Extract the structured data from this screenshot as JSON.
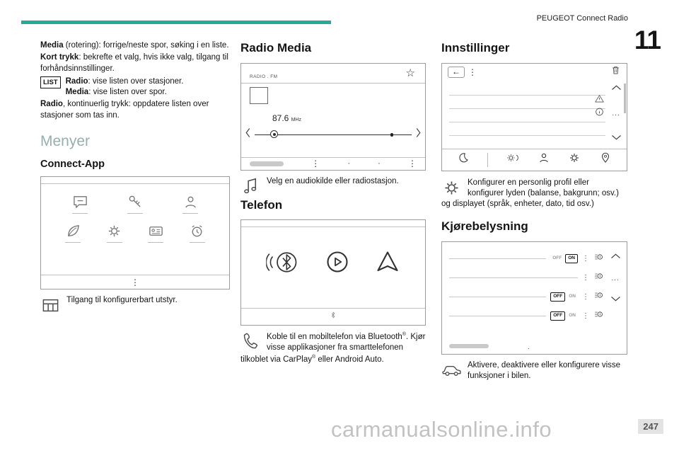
{
  "page": {
    "header_title": "PEUGEOT Connect Radio",
    "chapter_number": "11",
    "page_number": "247",
    "watermark": "carmanualsonline.info",
    "accent_color": "#2aa79a"
  },
  "glyphs": {
    "vertical_more": "⋮",
    "dot": "·",
    "star": "☆",
    "back_arrow": "←",
    "ellipsis": "...",
    "period": "."
  },
  "col1": {
    "p1_bold": "Media",
    "p1_text": " (rotering): forrige/neste spor, søking i en liste.",
    "p2_bold": "Kort trykk",
    "p2_text": ": bekrefte et valg, hvis ikke valg, tilgang til forhåndsinnstillinger.",
    "list_button_label": "LIST",
    "list_line1_bold": "Radio",
    "list_line1_text": ": vise listen over stasjoner.",
    "list_line2_bold": "Media",
    "list_line2_text": ": vise listen over spor.",
    "p3_bold": "Radio",
    "p3_text": ", kontinuerlig trykk: oppdatere listen over stasjoner som tas inn.",
    "section_heading": "Menyer",
    "subsection_heading": "Connect-App",
    "caption": "Tilgang til konfigurerbart utstyr."
  },
  "col2": {
    "radio_heading": "Radio Media",
    "radio_screen": {
      "source_label": "RADIO . FM",
      "frequency": "87.6",
      "frequency_unit": "MHz"
    },
    "radio_caption": "Velg en audiokilde eller radiostasjon.",
    "phone_heading": "Telefon",
    "phone_caption_t1": "Koble til en mobiltelefon via Bluetooth",
    "phone_caption_s1": "®",
    "phone_caption_t2": ". Kjør visse applikasjoner fra smarttelefonen tilkoblet via CarPlay",
    "phone_caption_s2": "®",
    "phone_caption_t3": " eller Android Auto."
  },
  "col3": {
    "settings_heading": "Innstillinger",
    "settings_caption": "Konfigurer en personlig profil eller konfigurer lyden (balanse, bakgrunn; osv.) og displayet (språk, enheter, dato, tid osv.)",
    "lighting_heading": "Kjørebelysning",
    "lighting_screen": {
      "rows": [
        {
          "off": "OFF",
          "on": "ON"
        },
        {
          "off": "",
          "on": ""
        },
        {
          "off": "OFF",
          "on": "ON"
        },
        {
          "off": "OFF",
          "on": "ON"
        }
      ]
    },
    "lighting_caption": "Aktivere, deaktivere eller konfigurere visse funksjoner i bilen."
  }
}
